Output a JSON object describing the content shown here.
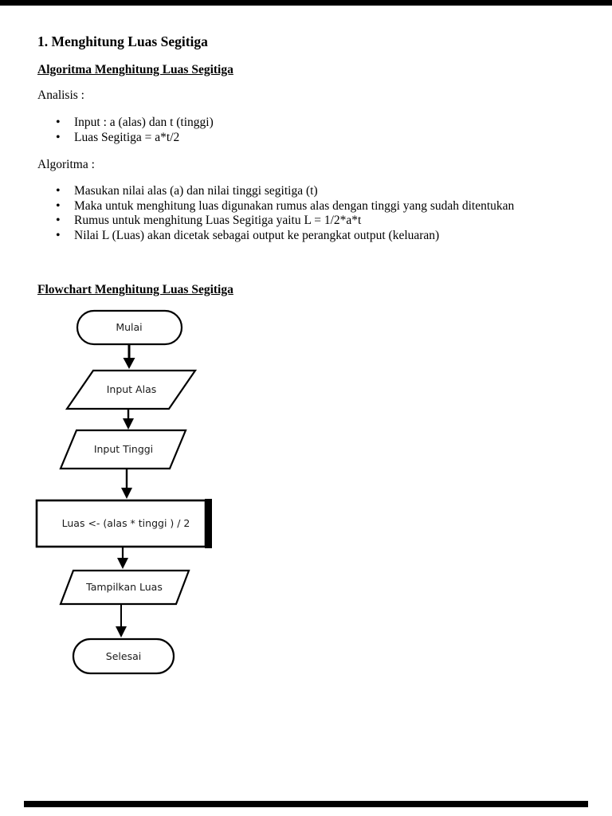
{
  "page": {
    "background_color": "#ffffff",
    "edge_bar_color": "#000000"
  },
  "document": {
    "title": "1. Menghitung Luas Segitiga",
    "algorithm_section": {
      "heading": "Algoritma Menghitung Luas Segitiga",
      "analysis_label": "Analisis :",
      "analysis_items": [
        "Input : a (alas) dan t (tinggi)",
        "Luas Segitiga = a*t/2"
      ],
      "algorithm_label": "Algoritma :",
      "algorithm_items": [
        "Masukan nilai alas (a) dan nilai tinggi segitiga (t)",
        "Maka untuk menghitung luas digunakan rumus alas dengan tinggi yang sudah ditentukan",
        "Rumus untuk menghitung Luas Segitiga yaitu L = 1/2*a*t",
        "Nilai L (Luas) akan dicetak sebagai output ke perangkat output (keluaran)"
      ]
    },
    "flowchart_section": {
      "heading": "Flowchart Menghitung Luas Segitiga"
    }
  },
  "flowchart": {
    "stroke_color": "#000000",
    "nodes": [
      {
        "type": "terminator",
        "label": "Mulai"
      },
      {
        "type": "input-output",
        "label": "Input Alas"
      },
      {
        "type": "input-output",
        "label": "Input Tinggi"
      },
      {
        "type": "process",
        "label": "Luas <- (alas * tinggi ) / 2"
      },
      {
        "type": "input-output",
        "label": "Tampilkan Luas"
      },
      {
        "type": "terminator",
        "label": "Selesai"
      }
    ]
  }
}
